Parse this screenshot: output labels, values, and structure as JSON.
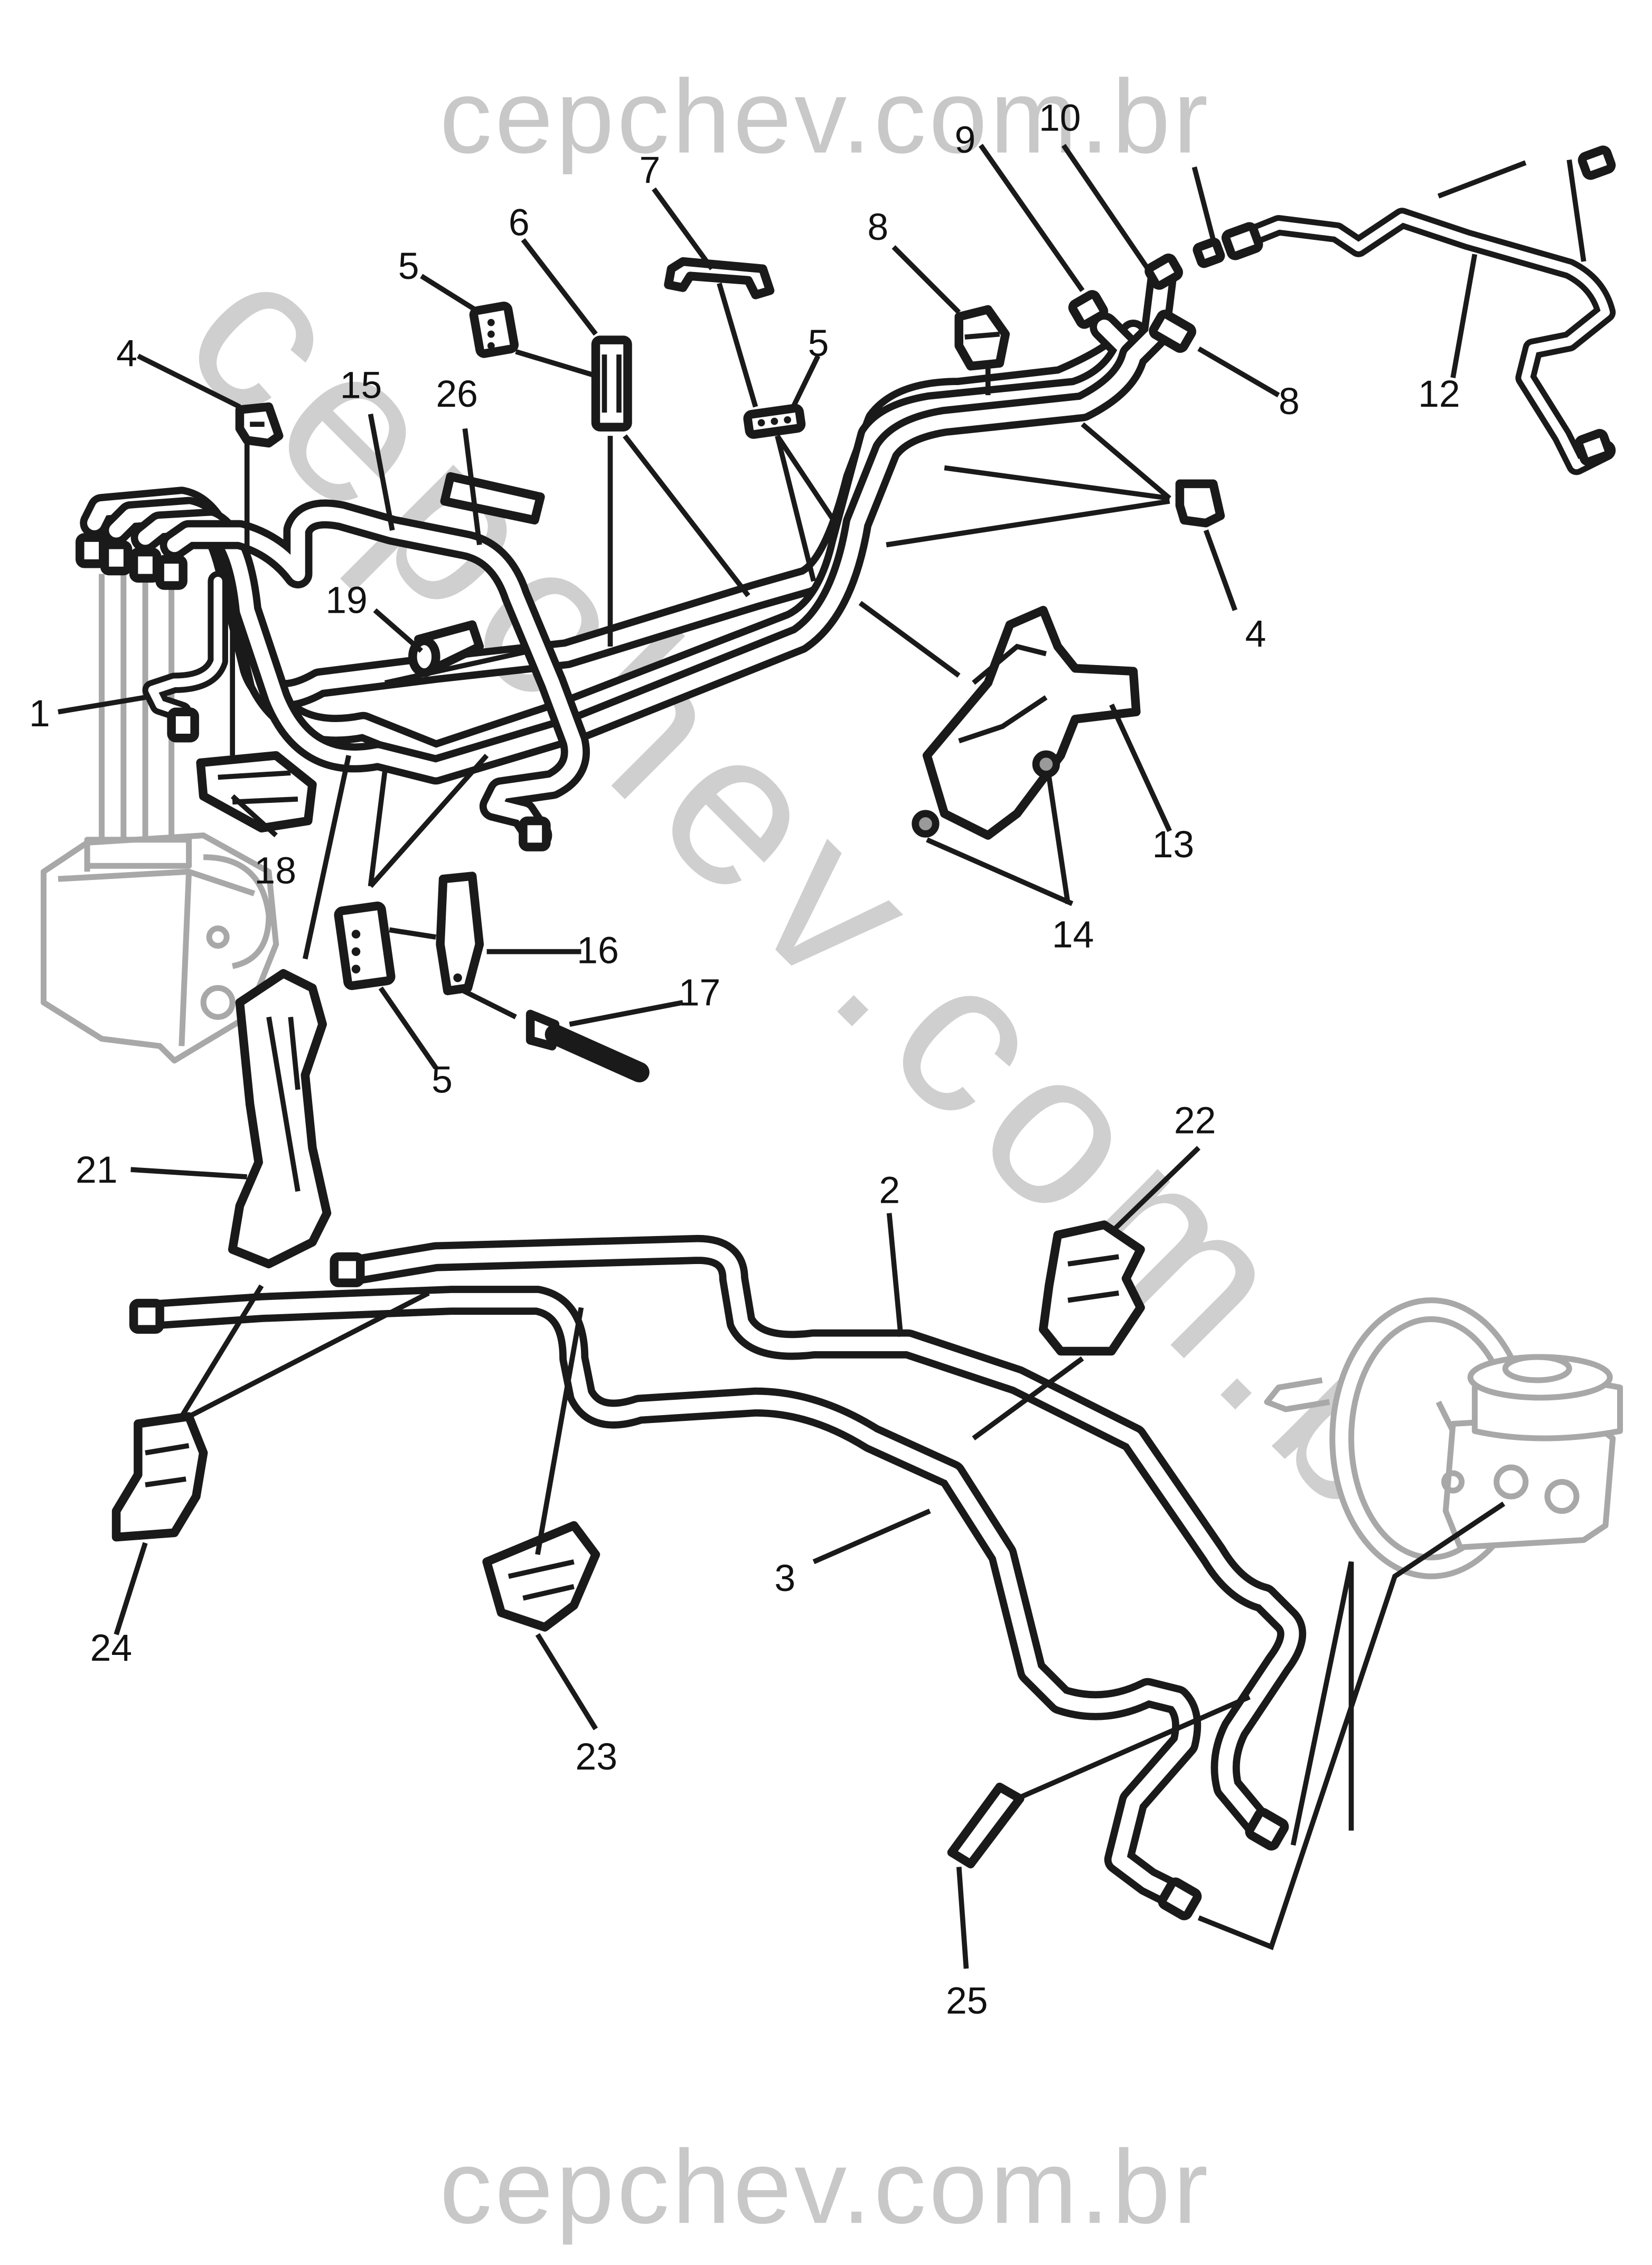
{
  "watermark": {
    "top": "cepchev.com.br",
    "bottom": "cepchev.com.br",
    "diagonal": "cepchev.com.br"
  },
  "callouts": {
    "c1": "1",
    "c2": "2",
    "c3": "3",
    "c4a": "4",
    "c4b": "4",
    "c5a": "5",
    "c5b": "5",
    "c5c": "5",
    "c6": "6",
    "c7": "7",
    "c8a": "8",
    "c8b": "8",
    "c9": "9",
    "c10": "10",
    "c12": "12",
    "c13": "13",
    "c14": "14",
    "c15": "15",
    "c16": "16",
    "c17": "17",
    "c18": "18",
    "c19": "19",
    "c21": "21",
    "c22": "22",
    "c23": "23",
    "c24": "24",
    "c25": "25",
    "c26": "26"
  },
  "colors": {
    "line": "#1a1a1a",
    "ghost": "#a8a8a8",
    "watermark": "#c8c8c8"
  }
}
